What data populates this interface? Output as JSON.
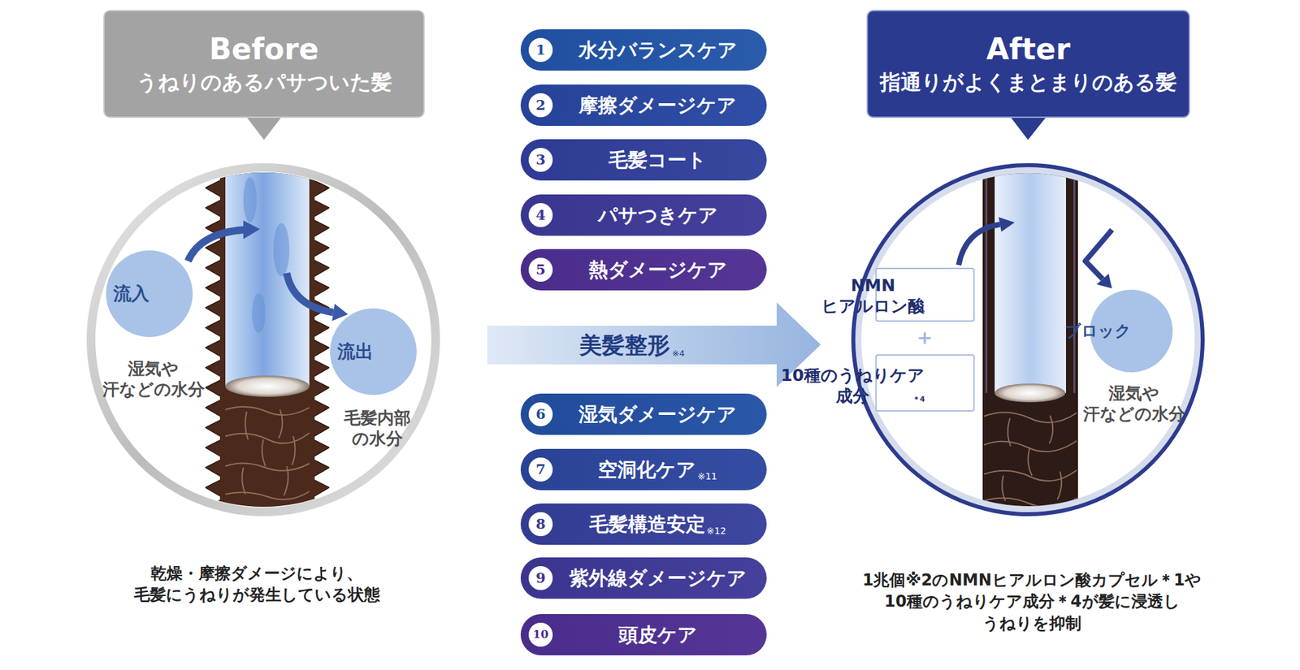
{
  "diagram": {
    "nodes": [
      {
        "text": [
          "Before",
          "うねりのあるパサついた髪"
        ]
      },
      {
        "text": [
          "湿気や 汗などの水分",
          "毛髪内部 の水分"
        ]
      },
      {
        "text": [
          "流入"
        ],
        "in": 1
      },
      {
        "text": [
          "流出"
        ],
        "in": 1
      },
      {
        "text": [
          "水分バランスケア"
        ]
      },
      {
        "text": [
          "1"
        ],
        "in": 4
      },
      {
        "text": [
          "摩擦ダメージケア"
        ]
      },
      {
        "text": [
          "2"
        ],
        "in": 6
      },
      {
        "text": [
          "毛髪コート"
        ]
      },
      {
        "text": [
          "3"
        ],
        "in": 8
      },
      {
        "text": [
          "パサつきケア"
        ]
      },
      {
        "text": [
          "4"
        ],
        "in": 10
      },
      {
        "text": [
          "熱ダメージケア"
        ]
      },
      {
        "text": [
          "5"
        ],
        "in": 12
      },
      {
        "text": [
          "美髪整形",
          "※4"
        ]
      },
      {
        "text": [
          "湿気ダメージケア"
        ]
      },
      {
        "text": [
          "6"
        ],
        "in": 15
      },
      {
        "text": [
          "空洞化ケア",
          "※11"
        ]
      },
      {
        "text": [
          "7"
        ],
        "in": 17
      },
      {
        "text": [
          "毛髪構造安定",
          "※12"
        ]
      },
      {
        "text": [
          "8"
        ],
        "in": 19
      },
      {
        "text": [
          "紫外線ダメージケア"
        ]
      },
      {
        "text": [
          "9"
        ],
        "in": 21
      },
      {
        "text": [
          "頭皮ケア"
        ]
      },
      {
        "text": [
          "10"
        ],
        "in": 23
      },
      {
        "text": [
          "After",
          "指通りがよくまとまりのある髪"
        ]
      },
      {
        "text": [
          "湿気や 汗などの水分"
        ]
      },
      {
        "text": [
          "NMN ヒアルロン酸",
          "＊1"
        ],
        "in": 26
      },
      {
        "text": [
          "10種のうねりケア 成分",
          "＊4"
        ],
        "in": 26
      },
      {
        "text": [
          "ブロック"
        ],
        "in": 26
      }
    ],
    "labels": [
      "乾燥・摩擦ダメージにより、 毛髪にうねりが発生している状態",
      "＋",
      "1兆個※2のNMNヒアルロン酸カプセル＊1や 10種のうねりケア成分＊4が髪に浸透し うねりを抑制"
    ]
  }
}
